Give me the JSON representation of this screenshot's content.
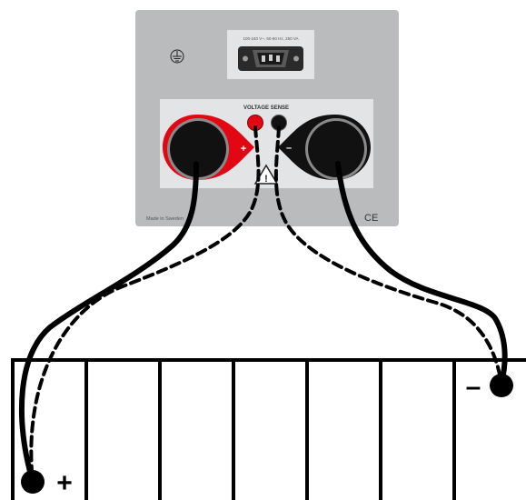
{
  "panel": {
    "power_rating_text": "100-240 V~, 50-60 Hz, 250 VA",
    "voltage_sense_label": "VOLTAGE SENSE",
    "plus_symbol": "+",
    "minus_symbol": "–",
    "warning_symbol": "!",
    "made_in_text": "Made in Sweden",
    "ce_mark": "CE",
    "colors": {
      "panel_gray": "#b9bbbd",
      "terminal_recess": "#e3e4e5",
      "positive_red": "#e30613",
      "negative_black": "#111111"
    }
  },
  "load": {
    "plus_label": "+",
    "minus_label": "–",
    "cells_count": 7
  },
  "cables": {
    "force_style": "solid",
    "sense_style": "dashed"
  }
}
